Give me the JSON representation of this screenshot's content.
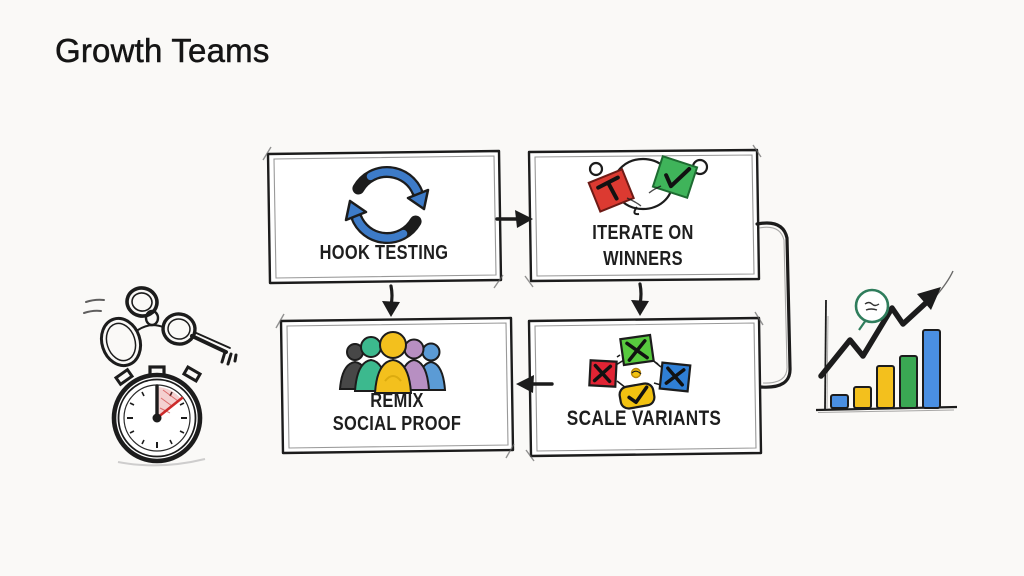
{
  "title": "Growth Teams",
  "boxes": {
    "hook_testing": {
      "lines": [
        "HOOK TESTING"
      ],
      "icon": "cycle-arrows-icon"
    },
    "iterate_on_winners": {
      "lines": [
        "ITERATE ON",
        "WINNERS"
      ],
      "icon": "red-green-tags-icon"
    },
    "remix_social_proof": {
      "lines": [
        "REMIX",
        "SOCIAL PROOF"
      ],
      "icon": "people-group-icon"
    },
    "scale_variants": {
      "lines": [
        "SCALE VARIANTS"
      ],
      "icon": "variant-squares-icon"
    }
  },
  "flow": [
    {
      "from": "hook_testing",
      "to": "iterate_on_winners",
      "arrow": "right"
    },
    {
      "from": "hook_testing",
      "to": "remix_social_proof",
      "arrow": "down"
    },
    {
      "from": "iterate_on_winners",
      "to": "scale_variants",
      "arrow": "down"
    },
    {
      "from": "scale_variants",
      "to": "remix_social_proof",
      "arrow": "left"
    },
    {
      "from": "iterate_on_winners",
      "to": "scale_variants",
      "arrow": "right-side-bracket"
    }
  ],
  "doodles": {
    "left": [
      "keychain-doodle",
      "stopwatch-doodle"
    ],
    "right": [
      "growth-bar-chart-doodle",
      "speech-bubble-scribble"
    ]
  },
  "chart_data": {
    "type": "bar",
    "title": "",
    "bars": [
      {
        "color": "bar_blue",
        "height": 13
      },
      {
        "color": "bar_yellow",
        "height": 21
      },
      {
        "color": "bar_yellow",
        "height": 42
      },
      {
        "color": "bar_green",
        "height": 52
      },
      {
        "color": "bar_blue",
        "height": 78
      }
    ],
    "trend": "rising zigzag arrow",
    "annotation": "small speech bubble with scribble"
  },
  "colors": {
    "ink": "#1c1c1c",
    "paper": "#faf9f7",
    "box_fill": "#ffffff",
    "arrow_blue": "#3d7bc8",
    "bar_blue": "#4a8fe2",
    "bar_yellow": "#f3c01d",
    "bar_green": "#3aa853",
    "tag_red": "#dc3a31",
    "tag_green": "#3fb45a",
    "sq_green": "#57c93e",
    "sq_red": "#e02434",
    "sq_blue": "#2f7fd6",
    "sq_yellow": "#f2c211",
    "person_dark": "#474747",
    "person_teal": "#3cb98e",
    "person_yellow": "#f3c01d",
    "person_mauve": "#b78fc2",
    "person_blue": "#5b9bd5",
    "bubble_green": "#2f7d5c",
    "stopwatch_red": "#cc2b2b"
  }
}
